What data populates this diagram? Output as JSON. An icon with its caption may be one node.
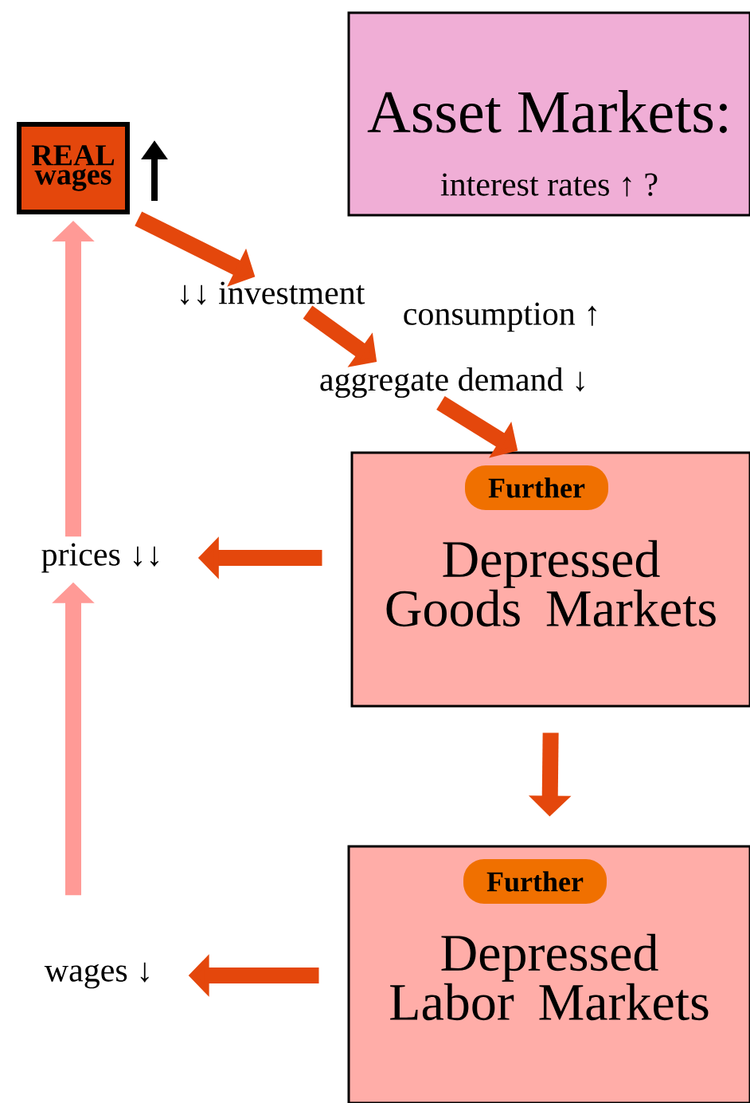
{
  "diagram": {
    "nodes": [
      {
        "text": [
          "Asset Markets:",
          "interest rates ↑ ?"
        ]
      },
      {
        "text": [
          "REAL wages"
        ]
      },
      {
        "text": [
          "↓↓ investment"
        ]
      },
      {
        "text": [
          "consumption ↑"
        ]
      },
      {
        "text": [
          "aggregate demand ↓"
        ]
      },
      {
        "text": [
          "Further",
          "Depressed Goods Markets"
        ]
      },
      {
        "text": [
          "prices ↓↓"
        ]
      },
      {
        "text": [
          "Further",
          "Depressed Labor Markets"
        ]
      },
      {
        "text": [
          "wages ↓"
        ]
      }
    ],
    "edges": [
      {
        "from": 1,
        "to": 2,
        "arrow": "to"
      },
      {
        "from": 2,
        "to": 4,
        "arrow": "to"
      },
      {
        "from": 4,
        "to": 5,
        "arrow": "to"
      },
      {
        "from": 5,
        "to": 6,
        "arrow": "to"
      },
      {
        "from": 5,
        "to": 7,
        "arrow": "to"
      },
      {
        "from": 7,
        "to": 8,
        "arrow": "to"
      },
      {
        "from": 8,
        "to": 6,
        "arrow": "to",
        "color": "#ff9a96"
      },
      {
        "from": 6,
        "to": 1,
        "arrow": "to",
        "color": "#ff9a96"
      }
    ]
  }
}
